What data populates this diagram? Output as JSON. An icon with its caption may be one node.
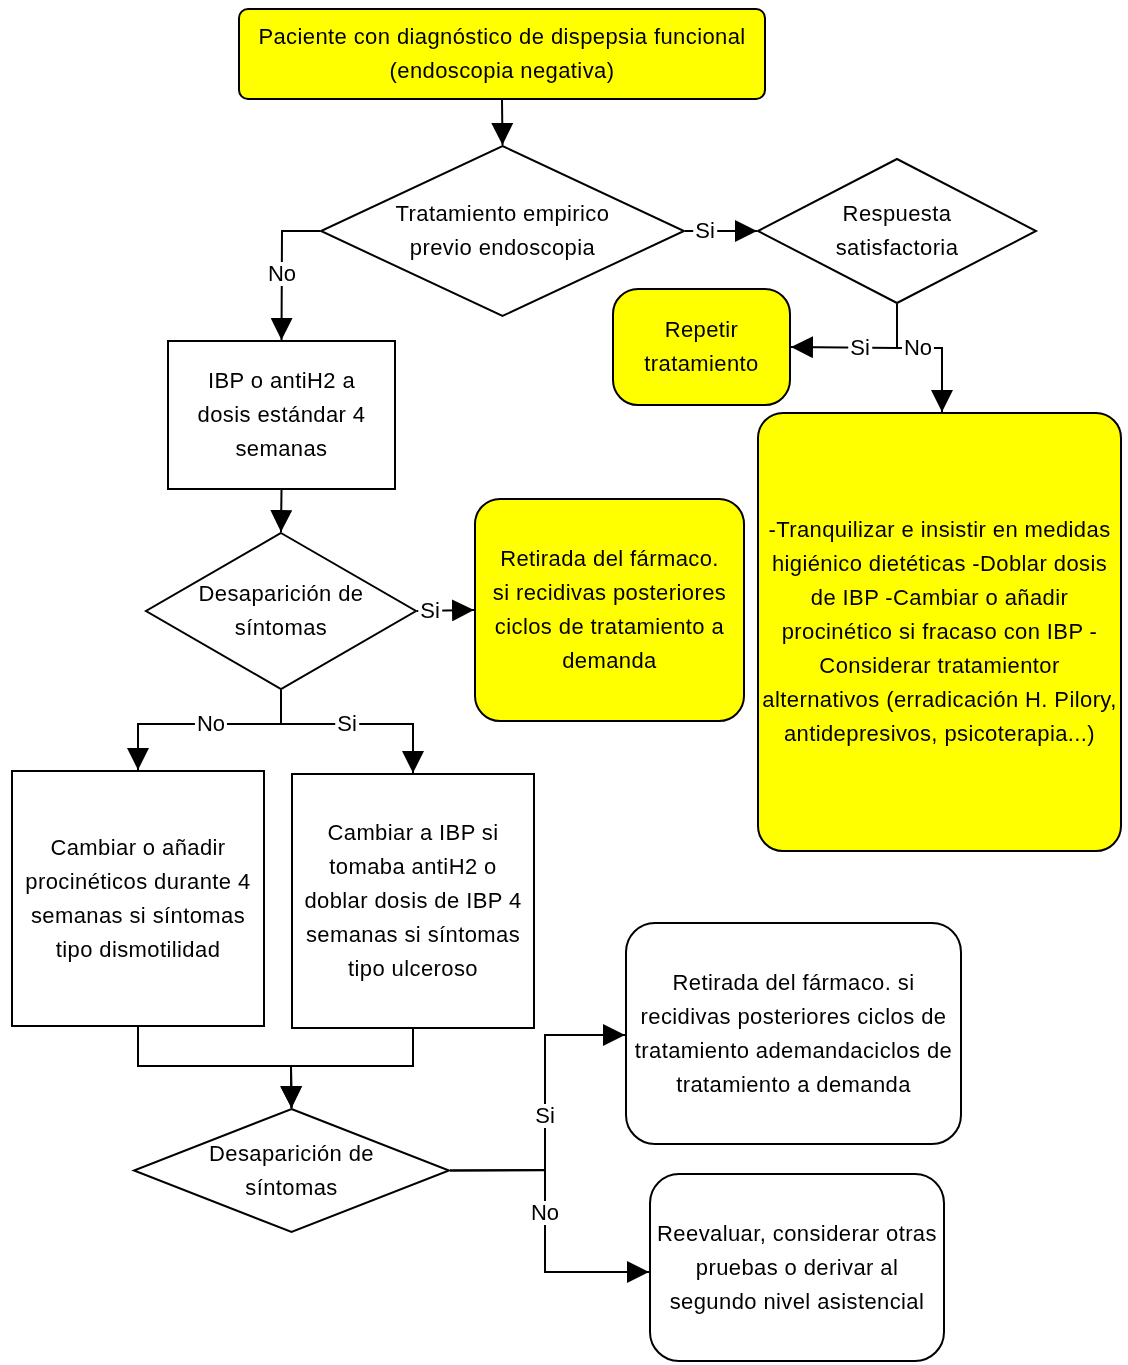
{
  "diagram": {
    "nodes": [
      {
        "text": [
          "Paciente con diagnóstico de dispepsia funcional (endoscopia negativa)"
        ]
      },
      {
        "text": [
          "Tratamiento empirico previo endoscopia"
        ]
      },
      {
        "text": [
          "Respuesta satisfactoria"
        ]
      },
      {
        "text": [
          "Repetir tratamiento"
        ]
      },
      {
        "text": [
          "-Tranquilizar e insistir en medidas higiénico dietéticas -Doblar dosis de IBP -Cambiar o añadir procinético si fracaso con IBP -Considerar tratamientor alternativos (erradicación H. Pilory, antidepresivos, psicoterapia...)"
        ]
      },
      {
        "text": [
          "IBP o antiH2 a dosis estándar 4 semanas"
        ]
      },
      {
        "text": [
          "Desaparición de síntomas"
        ]
      },
      {
        "text": [
          "Retirada del fármaco. si recidivas posteriores ciclos de tratamiento a demanda"
        ]
      },
      {
        "text": [
          "Cambiar o añadir procinéticos durante 4 semanas si síntomas tipo dismotilidad"
        ]
      },
      {
        "text": [
          "Cambiar a IBP si tomaba antiH2 o doblar dosis de IBP 4 semanas si síntomas tipo ulceroso"
        ]
      },
      {
        "text": [
          "Desaparición de síntomas"
        ]
      },
      {
        "text": [
          "Retirada del fármaco. si recidivas posteriores ciclos de tratamiento ademandaciclos de tratamiento a demanda"
        ]
      },
      {
        "text": [
          "Reevaluar, considerar otras pruebas o derivar al segundo nivel asistencial"
        ]
      }
    ],
    "edges": [
      {
        "from": 0,
        "to": 1,
        "arrow": "to"
      },
      {
        "from": 1,
        "to": 2,
        "arrow": "to",
        "label": "Si"
      },
      {
        "from": 1,
        "to": 5,
        "arrow": "to",
        "label": "No"
      },
      {
        "from": 2,
        "to": 3,
        "arrow": "to",
        "label": "Si"
      },
      {
        "from": 2,
        "to": 4,
        "arrow": "to",
        "label": "No"
      },
      {
        "from": 5,
        "to": 6,
        "arrow": "to"
      },
      {
        "from": 6,
        "to": 7,
        "arrow": "to",
        "label": "Si"
      },
      {
        "from": 6,
        "to": 8,
        "arrow": "to",
        "label": "No"
      },
      {
        "from": 6,
        "to": 9,
        "arrow": "to",
        "label": "Si"
      },
      {
        "from": 8,
        "to": 10,
        "arrow": "to"
      },
      {
        "from": 9,
        "to": 10,
        "arrow": "to"
      },
      {
        "from": 10,
        "to": 11,
        "arrow": "to",
        "label": "Si"
      },
      {
        "from": 10,
        "to": 12,
        "arrow": "to",
        "label": "No"
      }
    ]
  }
}
